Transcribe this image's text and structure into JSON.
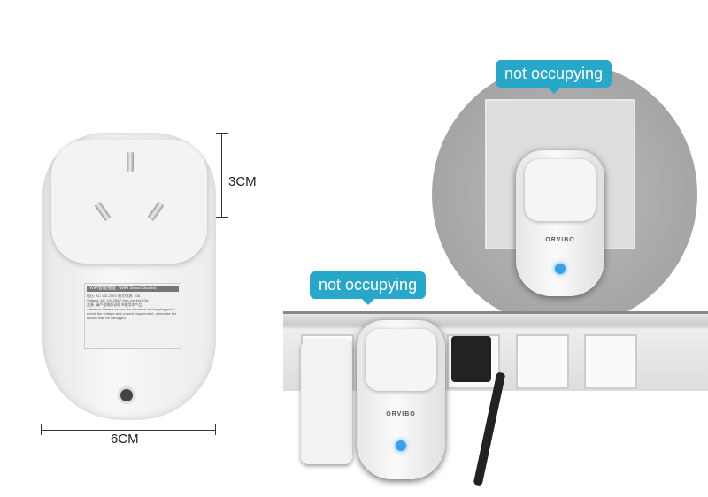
{
  "dimensions": {
    "height": "3CM",
    "width": "6CM"
  },
  "callouts": [
    "not occupying",
    "not occupying"
  ],
  "brand": "ORVIBO",
  "label": {
    "title_cn": "WiFi智能插座",
    "title_en": "WiFi Smart Socket",
    "voltage_cn": "电压: AC 110-250V",
    "voltage_en": "Voltage: AC 110-250V",
    "current_cn": "最大电流: 10A",
    "current_en": "Max current 10A",
    "note_cn": "注意: 请严格按照说明书使用本产品",
    "note_en": "Attention: Please ensure the electrical device plugged in meets the voltage and current requirement, otherwise the socket may be damaged."
  },
  "colors": {
    "callout": "#27a7c9",
    "led": "#3aa0e8"
  }
}
